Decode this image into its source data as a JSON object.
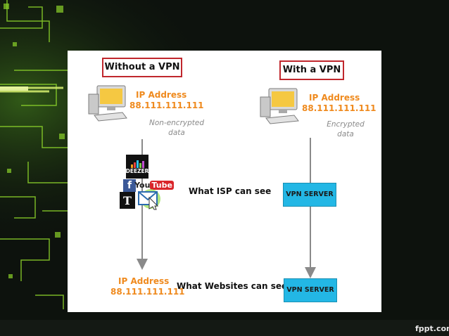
{
  "diagram": {
    "left_title": "Without a VPN",
    "right_title": "With a VPN",
    "left_computer": {
      "ip_label": "IP Address",
      "ip_value": "88.111.111.111",
      "data_note_line1": "Non-encrypted",
      "data_note_line2": "data"
    },
    "right_computer": {
      "ip_label": "IP Address",
      "ip_value": "88.111.111.111",
      "data_note_line1": "Encrypted",
      "data_note_line2": "data"
    },
    "isp_label": "What ISP can see",
    "websites_label": "What Websites can see",
    "vpn_server_top": "VPN SERVER",
    "vpn_server_bottom": "VPN SERVER",
    "bottom_left_ip_label": "IP Address",
    "bottom_left_ip_value": "88.111.111.111",
    "logos": {
      "deezer": "DEEZER",
      "facebook": "f",
      "youtube_you": "You",
      "youtube_tube": "Tube",
      "nyt": "T"
    }
  },
  "footer": {
    "brand": "fppt.com"
  },
  "colors": {
    "title_border": "#c0272d",
    "orange": "#ef8a1e",
    "vpn_box": "#23b7e5",
    "neon_green": "#8bd22a"
  }
}
